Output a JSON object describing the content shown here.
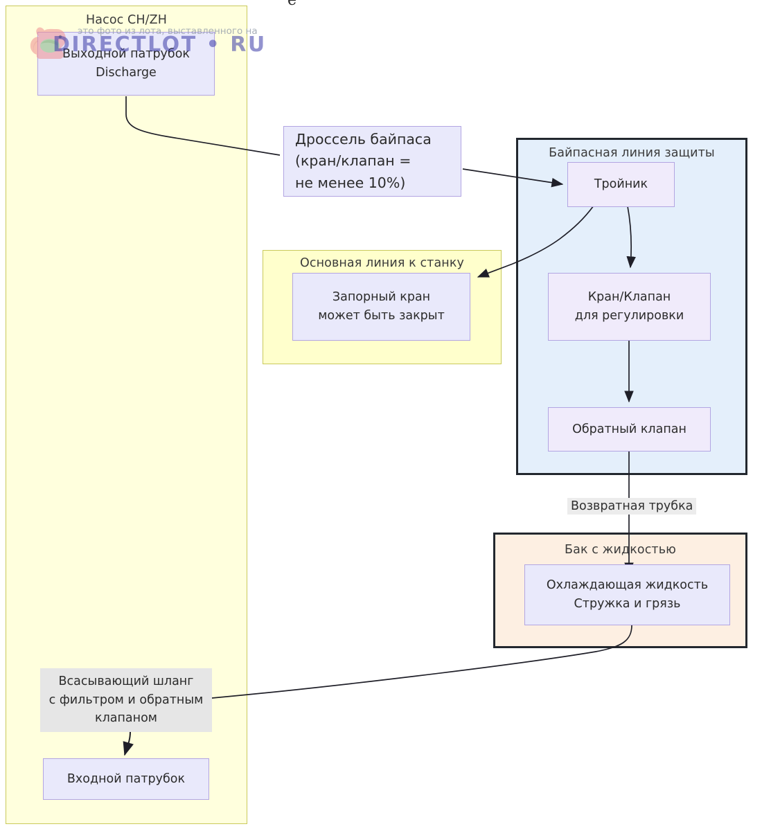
{
  "diagram": {
    "type": "flowchart",
    "containers": [
      {
        "id": "pump",
        "title": "Насос CH/ZH",
        "color": "#ffffdd",
        "border": "#c9c95a"
      },
      {
        "id": "main",
        "title": "Основная линия к станку",
        "color": "#ffffcc",
        "border": "#c9c95a"
      },
      {
        "id": "bypass",
        "title": "Байпасная линия защиты",
        "color": "#e4effb",
        "border": "#22272e"
      },
      {
        "id": "tank",
        "title": "Бак с жидкостью",
        "color": "#fdefe2",
        "border": "#22272e"
      }
    ],
    "nodes": {
      "discharge": {
        "line1": "Выходной патрубок",
        "line2": "Discharge"
      },
      "throttle": {
        "line1": "Дроссель байпаса",
        "line2": "(кран/клапан =",
        "line3": "не менее 10%)"
      },
      "tee": {
        "line1": "Тройник"
      },
      "shutoff": {
        "line1": "Запорный кран",
        "line2": "может быть закрыт"
      },
      "regvalve": {
        "line1": "Кран/Клапан",
        "line2": "для регулировки"
      },
      "checkvalve": {
        "line1": "Обратный клапан"
      },
      "coolant": {
        "line1": "Охлаждающая жидкость",
        "line2": "Стружка и грязь"
      },
      "suction": {
        "line1": "Всасывающий шланг",
        "line2": "с фильтром и обратным",
        "line3": "клапаном"
      },
      "inlet": {
        "line1": "Входной патрубок"
      }
    },
    "edge_labels": {
      "return_pipe": "Возвратная трубка"
    },
    "watermark": {
      "line1": "это фото из лота, выставленного на",
      "brand_left": "DIRECTLOT",
      "brand_dot": "•",
      "brand_right": "RU",
      "logo": "squirrel-logo"
    },
    "colors": {
      "node_fill": "#e9e9fb",
      "node_border": "#b2a5e2",
      "arrow": "#1f1f28",
      "label_bg": "#ececec"
    }
  }
}
